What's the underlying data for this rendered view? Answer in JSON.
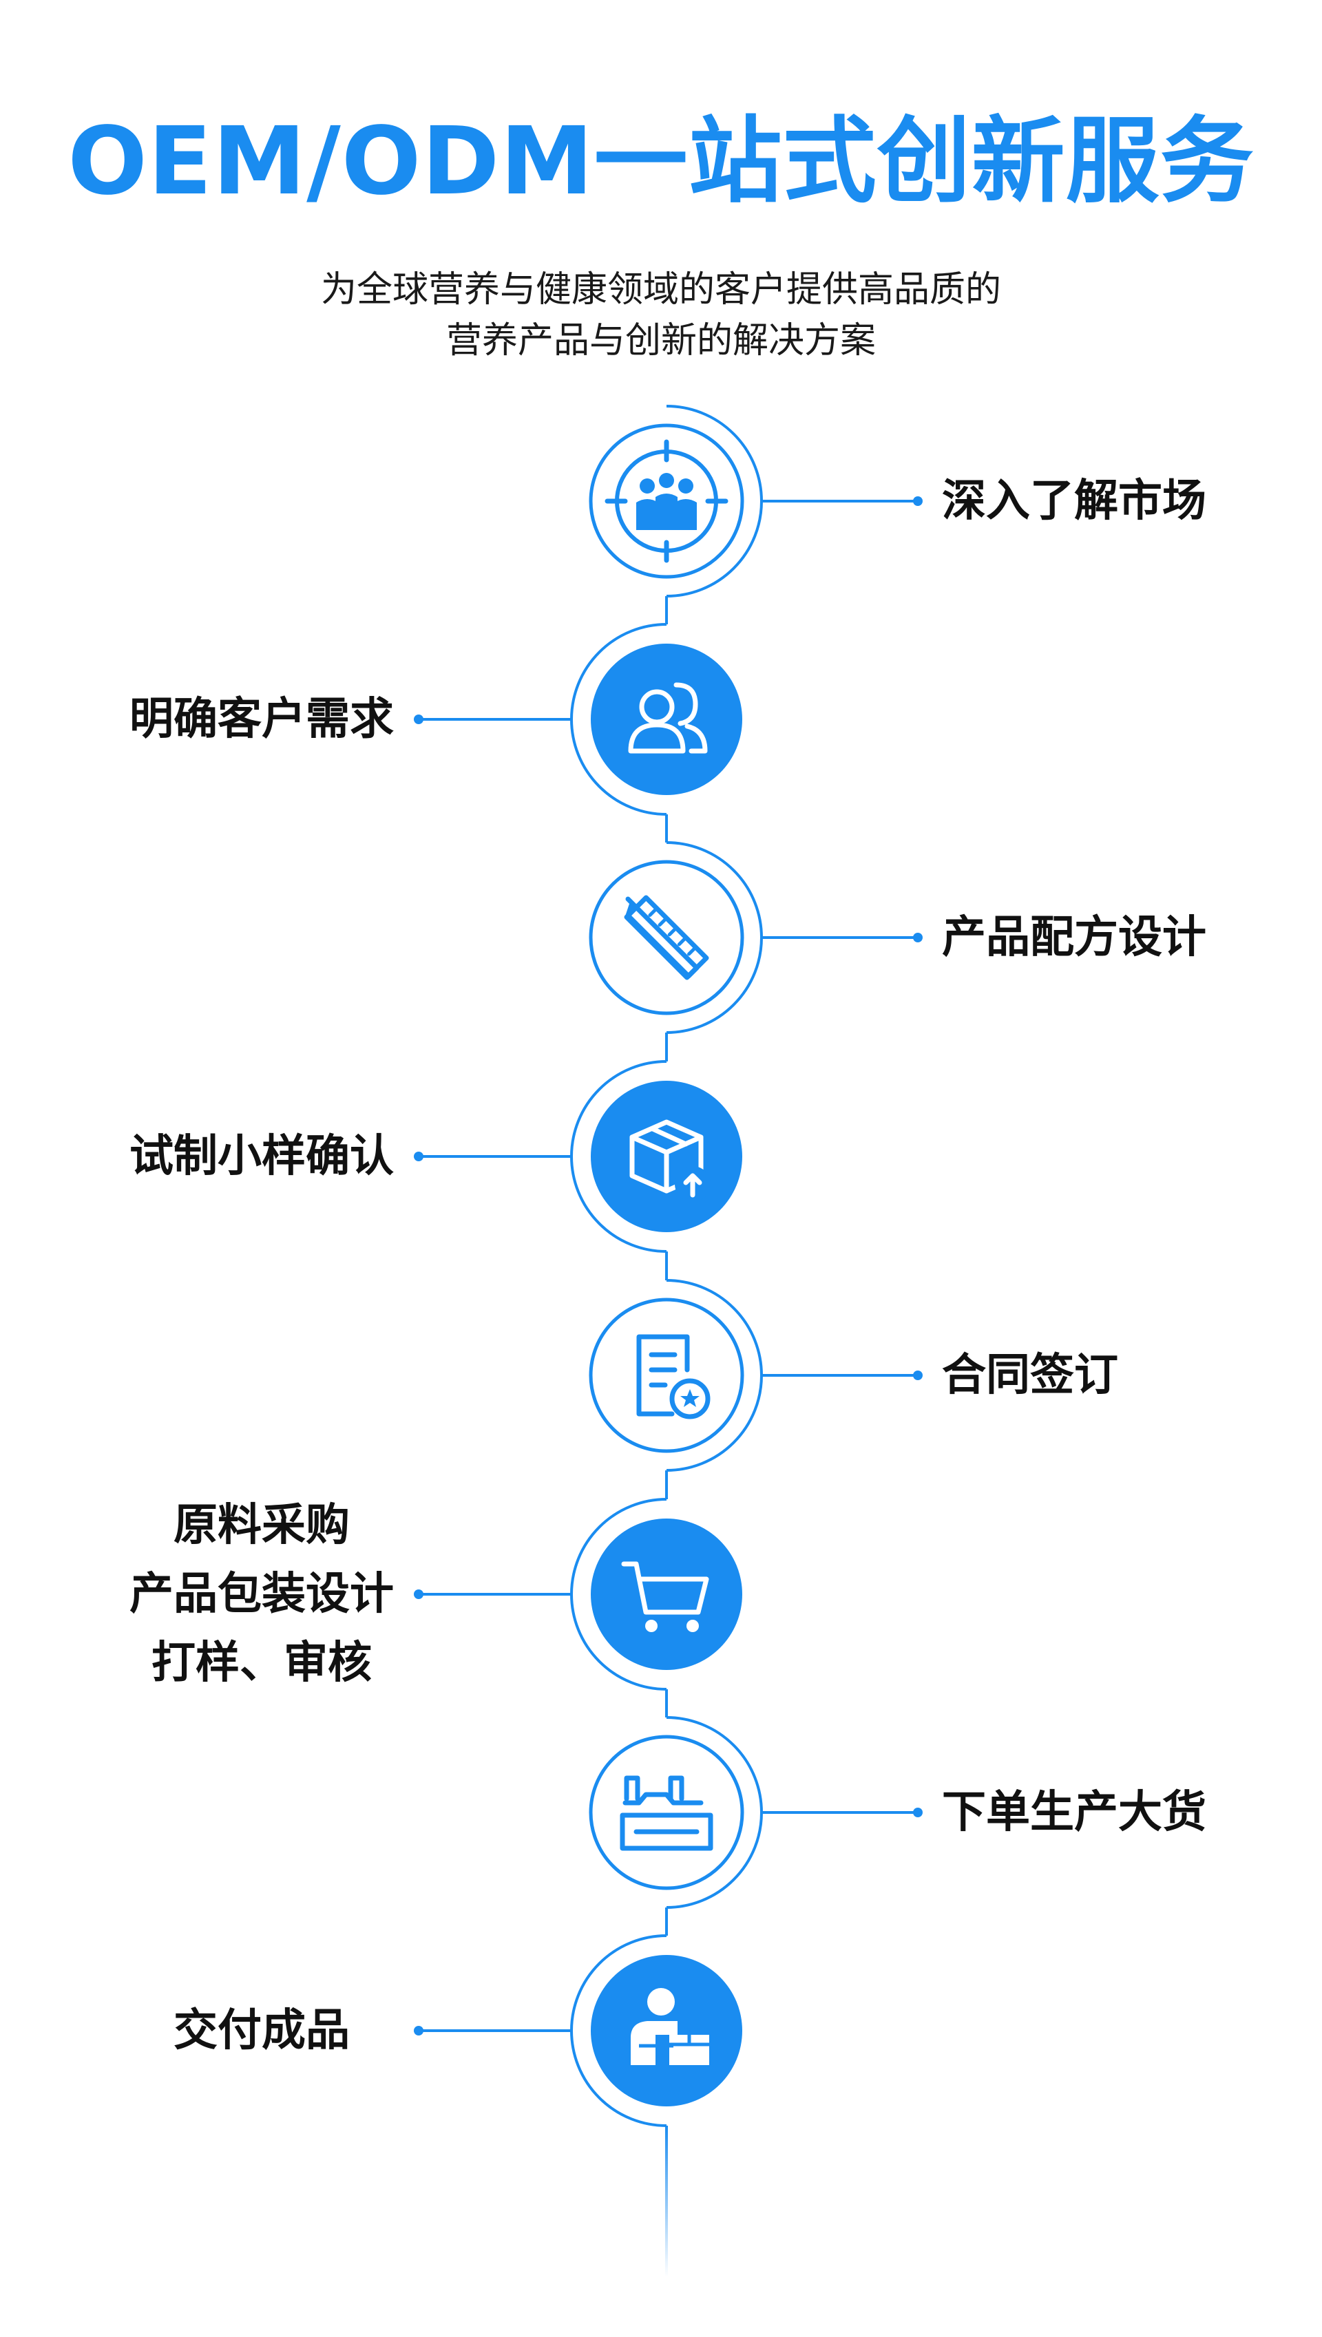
{
  "header": {
    "title": "OEM/ODM一站式创新服务",
    "subtitle_lines": [
      "为全球营养与健康领域的客户提供高品质的",
      "营养产品与创新的解决方案"
    ]
  },
  "colors": {
    "accent": "#1a8cf0",
    "text": "#111111"
  },
  "steps": [
    {
      "label_lines": [
        "深入了解市场"
      ],
      "side": "right",
      "style": "outline",
      "icon": "team-target-icon"
    },
    {
      "label_lines": [
        "明确客户需求"
      ],
      "side": "left",
      "style": "filled",
      "icon": "customers-icon"
    },
    {
      "label_lines": [
        "产品配方设计"
      ],
      "side": "right",
      "style": "outline",
      "icon": "ruler-pencil-icon"
    },
    {
      "label_lines": [
        "试制小样确认"
      ],
      "side": "left",
      "style": "filled",
      "icon": "box-upload-icon"
    },
    {
      "label_lines": [
        "合同签订"
      ],
      "side": "right",
      "style": "outline",
      "icon": "contract-icon"
    },
    {
      "label_lines": [
        "原料采购",
        "产品包装设计",
        "打样、审核"
      ],
      "side": "left",
      "style": "filled",
      "icon": "shopping-cart-icon"
    },
    {
      "label_lines": [
        "下单生产大货"
      ],
      "side": "right",
      "style": "outline",
      "icon": "factory-icon"
    },
    {
      "label_lines": [
        "交付成品"
      ],
      "side": "left",
      "style": "filled",
      "icon": "delivery-person-icon"
    }
  ]
}
